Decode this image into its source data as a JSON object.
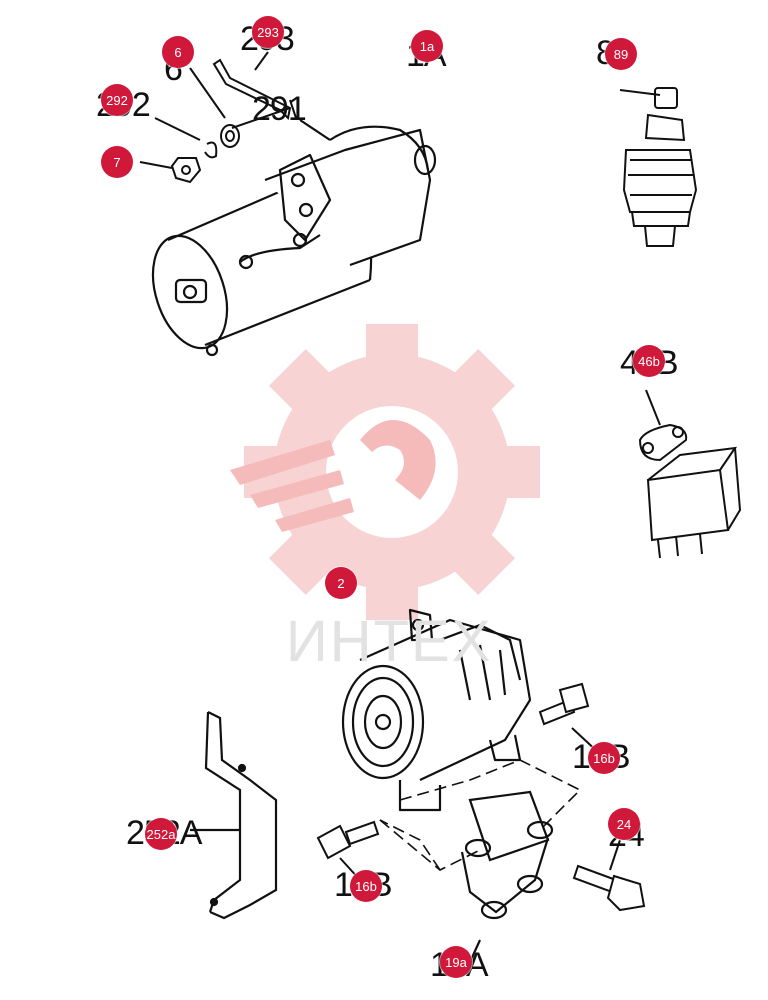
{
  "diagram": {
    "part_refs": {
      "r293": "293",
      "r6": "6",
      "r1a": "1A",
      "r292": "292",
      "r291": "291",
      "r89": "89",
      "r46b": "46B",
      "r16b_right": "16B",
      "r24": "24",
      "r252a": "252A",
      "r16b_left": "16B",
      "r19a": "19A"
    },
    "watermark_text": "ИНТЕХ",
    "colors": {
      "callout": "#d0183a",
      "line": "#111111",
      "watermark": "#f6c9c9"
    }
  },
  "callouts": [
    {
      "label": "293"
    },
    {
      "label": "6"
    },
    {
      "label": "1a"
    },
    {
      "label": "292"
    },
    {
      "label": "7"
    },
    {
      "label": "89"
    },
    {
      "label": "46b"
    },
    {
      "label": "2"
    },
    {
      "label": "16b"
    },
    {
      "label": "24"
    },
    {
      "label": "252a"
    },
    {
      "label": "16b"
    },
    {
      "label": "19a"
    }
  ]
}
